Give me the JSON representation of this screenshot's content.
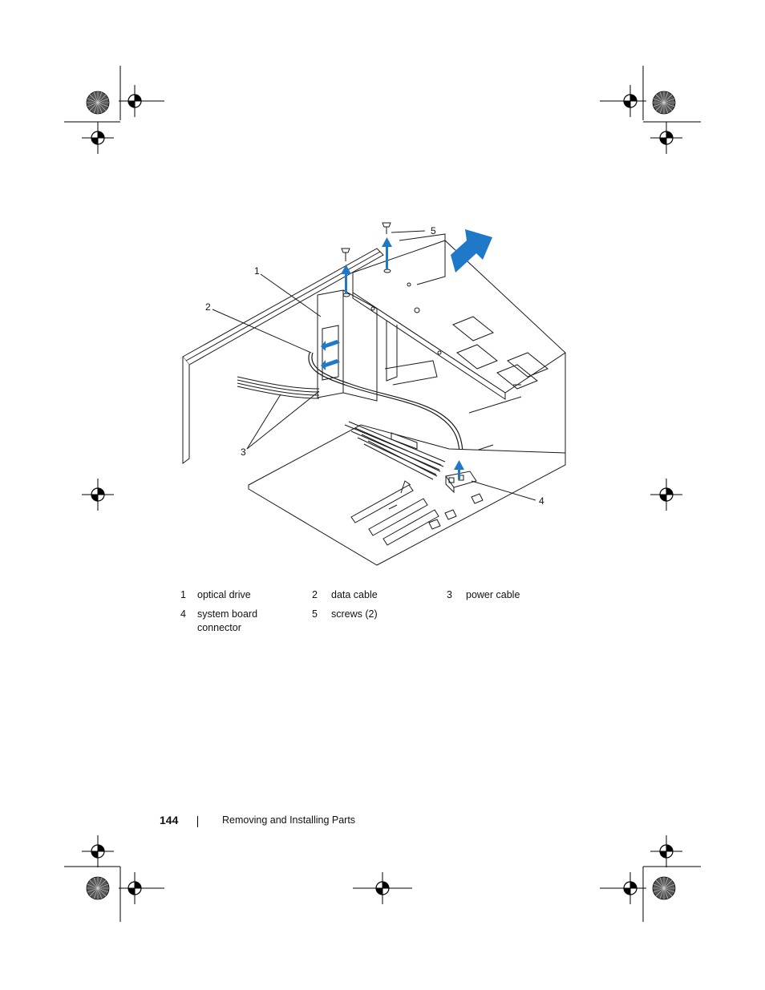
{
  "figure": {
    "callouts": [
      "1",
      "2",
      "3",
      "4",
      "5"
    ]
  },
  "legend": [
    {
      "num": "1",
      "label": "optical drive"
    },
    {
      "num": "2",
      "label": "data cable"
    },
    {
      "num": "3",
      "label": "power cable"
    },
    {
      "num": "4",
      "label": "system board",
      "label2": "connector"
    },
    {
      "num": "5",
      "label": "screws (2)"
    }
  ],
  "footer": {
    "page_number": "144",
    "section_title": "Removing and Installing Parts"
  },
  "colors": {
    "arrow": "#1f78c8",
    "line": "#1a1a1a",
    "print_mark": "#000000"
  }
}
